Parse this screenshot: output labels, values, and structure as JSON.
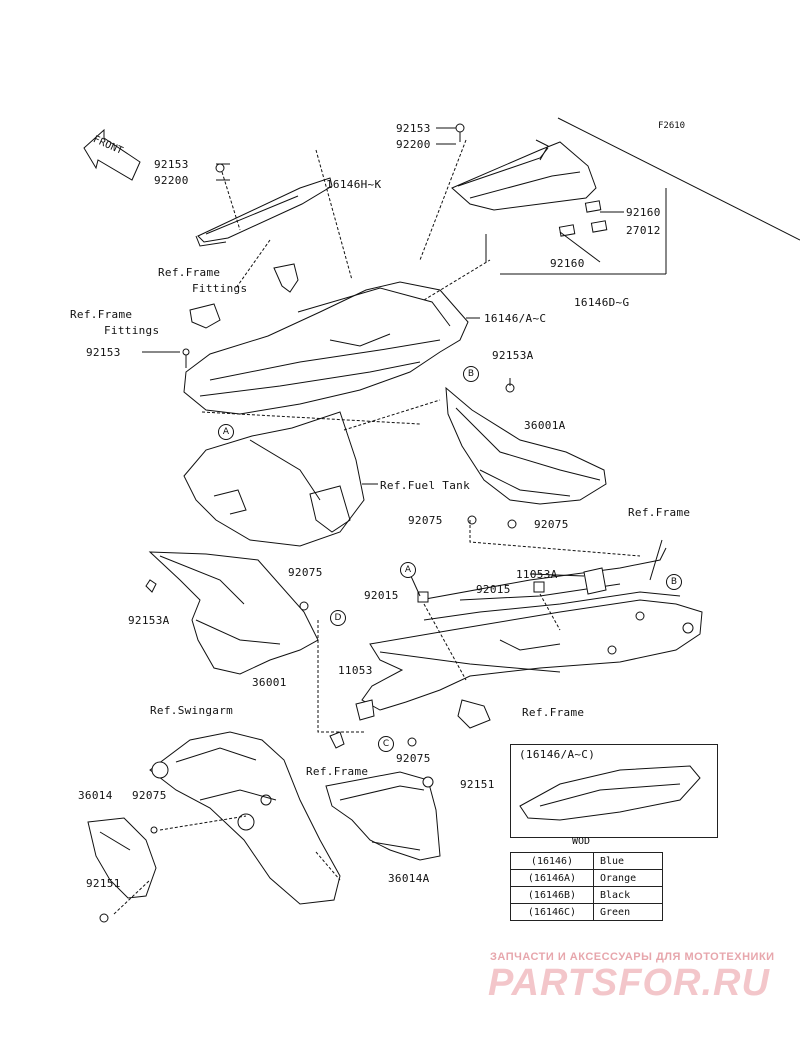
{
  "figure_code": "F2610",
  "front_label": "FRONT",
  "labels": {
    "l92153a": "92153",
    "l92200a": "92200",
    "l92153b": "92153",
    "l92200b": "92200",
    "l16146hk": "16146H~K",
    "lRefFrame1": "Ref.Frame",
    "lFittings1": "Fittings",
    "lRefFrame2": "Ref.Frame",
    "lFittings2": "Fittings",
    "l92153c": "92153",
    "l16146ac": "16146/A~C",
    "l92160a": "92160",
    "l27012": "27012",
    "l92160b": "92160",
    "l16146dg": "16146D~G",
    "l92153A": "92153A",
    "l36001A": "36001A",
    "lRefFuelTank": "Ref.Fuel Tank",
    "l92075a": "92075",
    "l92075b": "92075",
    "lRefFrame3": "Ref.Frame",
    "l92153A2": "92153A",
    "l92075c": "92075",
    "l36001": "36001",
    "l11053A": "11053A",
    "l92015a": "92015",
    "l92015b": "92015",
    "l11053": "11053",
    "lRefFrame4": "Ref.Frame",
    "lRefSwingarm": "Ref.Swingarm",
    "lRefFrame5": "Ref.Frame",
    "l92075d": "92075",
    "l92151a": "92151",
    "l36014": "36014",
    "l92075e": "92075",
    "l36014A": "36014A",
    "l92151b": "92151"
  },
  "callouts": {
    "A1": "A",
    "B1": "B",
    "A2": "A",
    "B2": "B",
    "C1": "C",
    "D1": "D"
  },
  "inset_title": "(16146/A~C)",
  "wod": {
    "title": "WOD",
    "rows": [
      {
        "code": "(16146)",
        "color": "Blue"
      },
      {
        "code": "(16146A)",
        "color": "Orange"
      },
      {
        "code": "(16146B)",
        "color": "Black"
      },
      {
        "code": "(16146C)",
        "color": "Green"
      }
    ]
  },
  "watermark": {
    "small": "ЗАПЧАСТИ И АКСЕССУАРЫ ДЛЯ МОТОТЕХНИКИ",
    "big": "PARTSFOR.RU"
  }
}
